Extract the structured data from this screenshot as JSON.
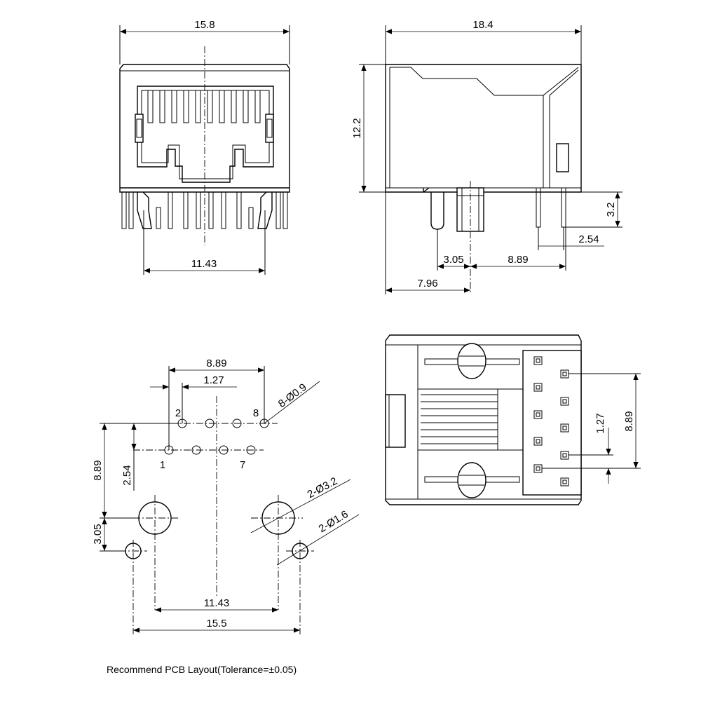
{
  "front_view": {
    "width_label": "15.8",
    "pin_span_label": "11.43"
  },
  "side_view": {
    "length_label": "18.4",
    "height_label": "12.2",
    "pin_length_label": "3.2",
    "pitch_label": "2.54",
    "offset_label_a": "3.05",
    "offset_label_b": "8.89",
    "offset_label_c": "7.96"
  },
  "pcb_layout": {
    "pin_row_span_label": "8.89",
    "pin_pitch_label": "1.27",
    "pin_hole_callout": "8-Ø0.9",
    "pin_numbers": [
      "2",
      "8",
      "1",
      "7"
    ],
    "row_offset_label": "2.54",
    "vertical_label_a": "8.89",
    "vertical_label_b": "3.05",
    "post_hole_callout": "2-Ø3.2",
    "small_hole_callout": "2-Ø1.6",
    "post_span_label": "11.43",
    "outer_span_label": "15.5",
    "caption": "Recommend PCB Layout(Tolerance=±0.05)"
  },
  "bottom_view": {
    "pitch_label": "1.27",
    "span_label": "8.89"
  }
}
